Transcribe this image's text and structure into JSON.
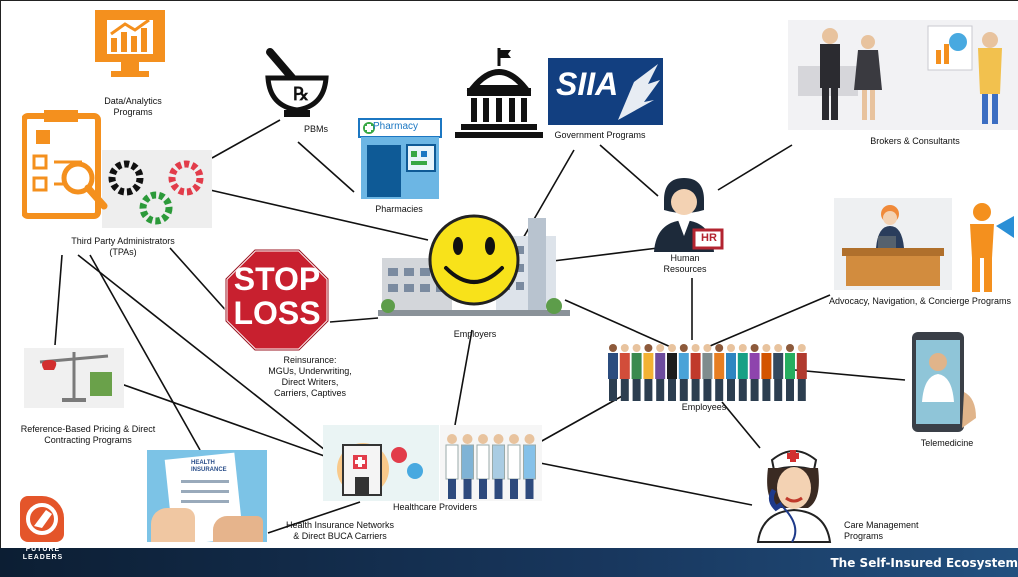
{
  "colors": {
    "footer_bg": "#18375e",
    "accent_orange": "#f4901e",
    "stop_red": "#c8202f",
    "smiley_yellow": "#f8e21a",
    "siia_blue": "#123f80"
  },
  "labels": {
    "data_analytics": "Data/Analytics\nPrograms",
    "pbms": "PBMs",
    "pharmacy_sign": "Pharmacy",
    "pharmacies": "Pharmacies",
    "siia_logo": "SIIA",
    "government": "Government Programs",
    "brokers": "Brokers & Consultants",
    "tpas": "Third Party Administrators\n(TPAs)",
    "hr_badge": "HR",
    "human_resources": "Human\nResources",
    "advocacy": "Advocacy, Navigation, & Concierge Programs",
    "stop_top": "STOP",
    "stop_bottom": "LOSS",
    "employers": "Employers",
    "reinsurance": "Reinsurance:\nMGUs, Underwriting,\nDirect Writers,\nCarriers, Captives",
    "reference_based": "Reference-Based Pricing & Direct\nContracting Programs",
    "employees": "Employees",
    "telemedicine": "Telemedicine",
    "healthcare_providers": "Healthcare Providers",
    "health_insurance_form": "HEALTH\nINSURANCE",
    "networks": "Health Insurance Networks\n& Direct BUCA Carriers",
    "care_management": "Care Management\nPrograms"
  },
  "footer": {
    "title": "The Self-Insured Ecosystem",
    "logo_text": "FUTURE\nLEADERS"
  },
  "icons": [
    "monitor-chart-icon",
    "mortar-pestle-icon",
    "pharmacy-building-icon",
    "capitol-building-icon",
    "siia-eagle-logo",
    "business-people-icon",
    "clipboard-gears-icon",
    "hr-person-icon",
    "advocacy-people-icon",
    "stop-loss-sign",
    "smiley-building-icon",
    "scales-icon",
    "employees-crowd-icon",
    "telemedicine-phone-icon",
    "hospital-icon",
    "doctors-group-icon",
    "insurance-form-icon",
    "nurse-phone-icon"
  ]
}
